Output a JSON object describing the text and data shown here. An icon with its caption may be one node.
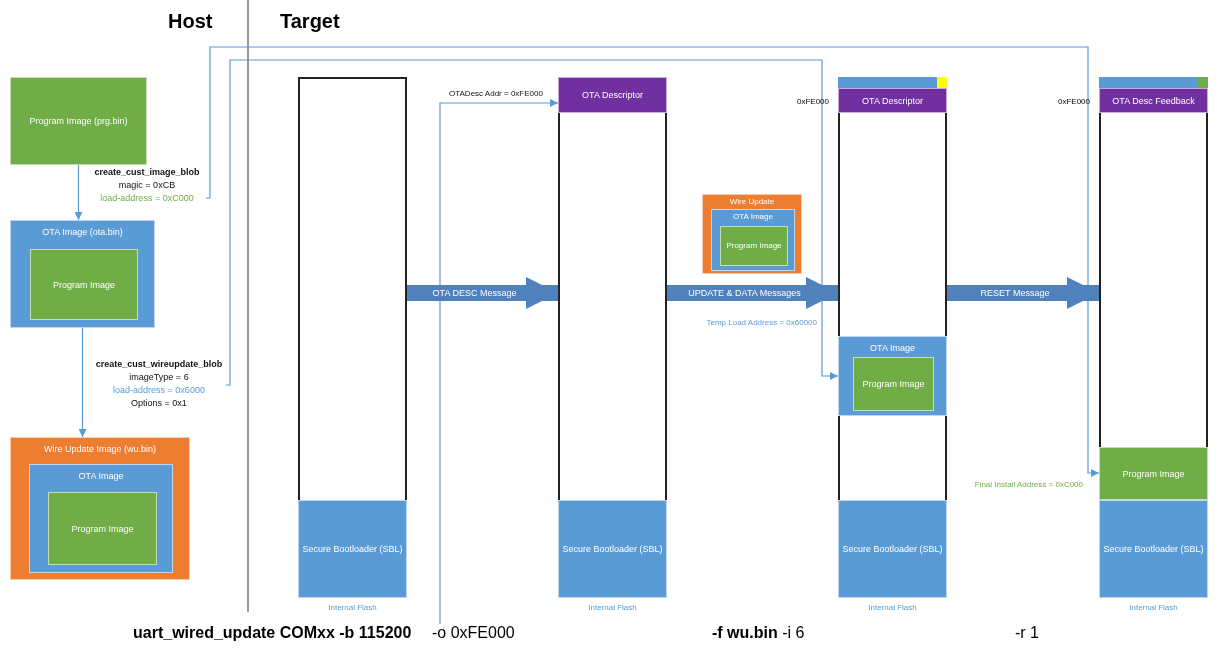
{
  "diagram": {
    "nodes": [
      {
        "text": [
          "Program Image (prg.bin)"
        ]
      },
      {
        "text": [
          "OTA Image (ota.bin)"
        ]
      },
      {
        "text": [
          "Program Image"
        ],
        "in": 1
      },
      {
        "text": [
          "Wire Update Image (wu.bin)"
        ]
      },
      {
        "text": [
          "OTA Image"
        ],
        "in": 3
      },
      {
        "text": [
          "Program Image"
        ],
        "in": 4
      },
      {
        "text": [],
        "shape": "box",
        "beside": [
          "Internal Flash"
        ]
      },
      {
        "text": [
          "Secure Bootloader (SBL)"
        ],
        "in": 6
      },
      {
        "text": [],
        "shape": "box",
        "beside": [
          "Internal Flash"
        ]
      },
      {
        "text": [
          "OTA Descriptor"
        ],
        "in": 8
      },
      {
        "text": [
          "Secure Bootloader (SBL)"
        ],
        "in": 8
      },
      {
        "text": [],
        "shape": "box",
        "beside": [
          "Internal Flash"
        ]
      },
      {
        "text": [],
        "shape": "bar",
        "in": 11
      },
      {
        "text": [
          "OTA Descriptor"
        ],
        "in": 11
      },
      {
        "text": [
          "OTA Image"
        ],
        "in": 11
      },
      {
        "text": [
          "Program Image"
        ],
        "in": 14
      },
      {
        "text": [
          "Secure Bootloader (SBL)"
        ],
        "in": 11
      },
      {
        "text": [],
        "shape": "box",
        "beside": [
          "Internal Flash"
        ]
      },
      {
        "text": [],
        "shape": "bar",
        "in": 17
      },
      {
        "text": [
          "OTA Desc Feedback"
        ],
        "in": 17
      },
      {
        "text": [
          "Program Image"
        ],
        "in": 17
      },
      {
        "text": [
          "Secure Bootloader (SBL)"
        ],
        "in": 17
      },
      {
        "text": [
          "Wire Update"
        ]
      },
      {
        "text": [
          "OTA Image"
        ],
        "in": 22
      },
      {
        "text": [
          "Program Image"
        ],
        "in": 23
      },
      {
        "text": [
          "create_cust_image_blob",
          "magic = 0xCB",
          "load-address = 0xC000"
        ]
      },
      {
        "text": [
          "create_cust_wireupdate_blob",
          "imageType = 6",
          "load-address = 0x6000",
          "Options = 0x1"
        ]
      },
      {
        "text": [
          "-o 0xFE000"
        ]
      }
    ],
    "edges": [
      {
        "from": 0,
        "to": 1,
        "arrow": "to"
      },
      {
        "from": 1,
        "to": 3,
        "arrow": "to"
      },
      {
        "from": 25,
        "to": 20,
        "arrow": "to",
        "label": "Final Install Address = 0xC000"
      },
      {
        "from": 26,
        "to": 14,
        "arrow": "to",
        "label": "Temp Load Address = 0x60000"
      },
      {
        "from": 27,
        "to": 9,
        "arrow": "to",
        "label": "OTADesc Addr = 0xFE000"
      },
      {
        "from": 6,
        "to": 8,
        "arrow": "to",
        "label": "OTA DESC Message",
        "style": "thick",
        "color": "#4f81bd"
      },
      {
        "from": 8,
        "to": 11,
        "arrow": "to",
        "label": "UPDATE & DATA Messages",
        "style": "thick",
        "color": "#4f81bd"
      },
      {
        "from": 11,
        "to": 17,
        "arrow": "to",
        "label": "RESET Message",
        "style": "thick",
        "color": "#4f81bd"
      }
    ],
    "labels": [
      "Host",
      "Target",
      "0xFE000",
      "0xFE000",
      "uart_wired_update COMxx -b 115200",
      "**-f wu.bin** -i 6",
      "-r 1"
    ]
  }
}
